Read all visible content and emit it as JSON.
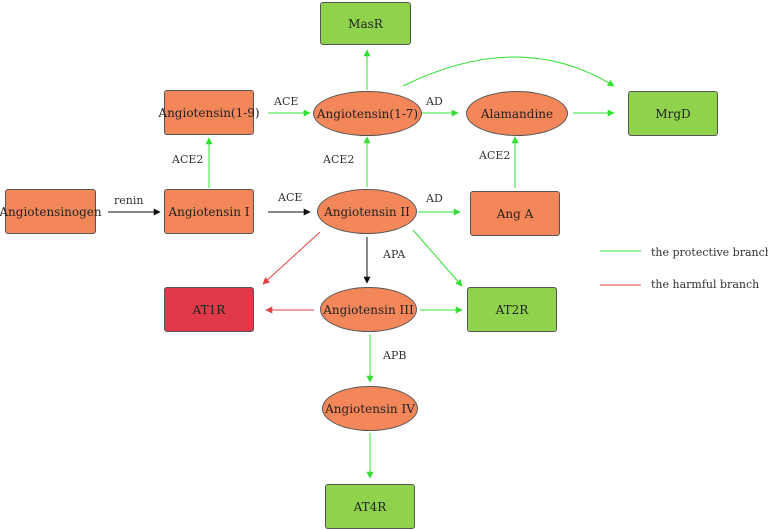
{
  "colors": {
    "protective": "#33E033",
    "harmful": "#E04040",
    "neutral": "#111111",
    "node_orange": "#F4875A",
    "node_green": "#8FD24C",
    "node_red": "#E2394A"
  },
  "nodes": {
    "angiotensinogen": "Angiotensinogen",
    "angiotensin_i": "Angiotensin I",
    "angiotensin_1_9": "Angiotensin(1-9)",
    "angiotensin_1_7": "Angiotensin(1-7)",
    "masr": "MasR",
    "alamandine": "Alamandine",
    "mrgd": "MrgD",
    "angiotensin_ii": "Angiotensin II",
    "ang_a": "Ang A",
    "at1r": "AT1R",
    "angiotensin_iii": "Angiotensin III",
    "at2r": "AT2R",
    "angiotensin_iv": "Angiotensin IV",
    "at4r": "AT4R"
  },
  "edge_labels": {
    "renin": "renin",
    "ace_top": "ACE",
    "ace_mid": "ACE",
    "ace2_left": "ACE2",
    "ace2_center": "ACE2",
    "ace2_right": "ACE2",
    "ad_top": "AD",
    "ad_mid": "AD",
    "apa": "APA",
    "apb": "APB"
  },
  "legend": {
    "protective": "the protective branch",
    "harmful": "the harmful branch"
  }
}
